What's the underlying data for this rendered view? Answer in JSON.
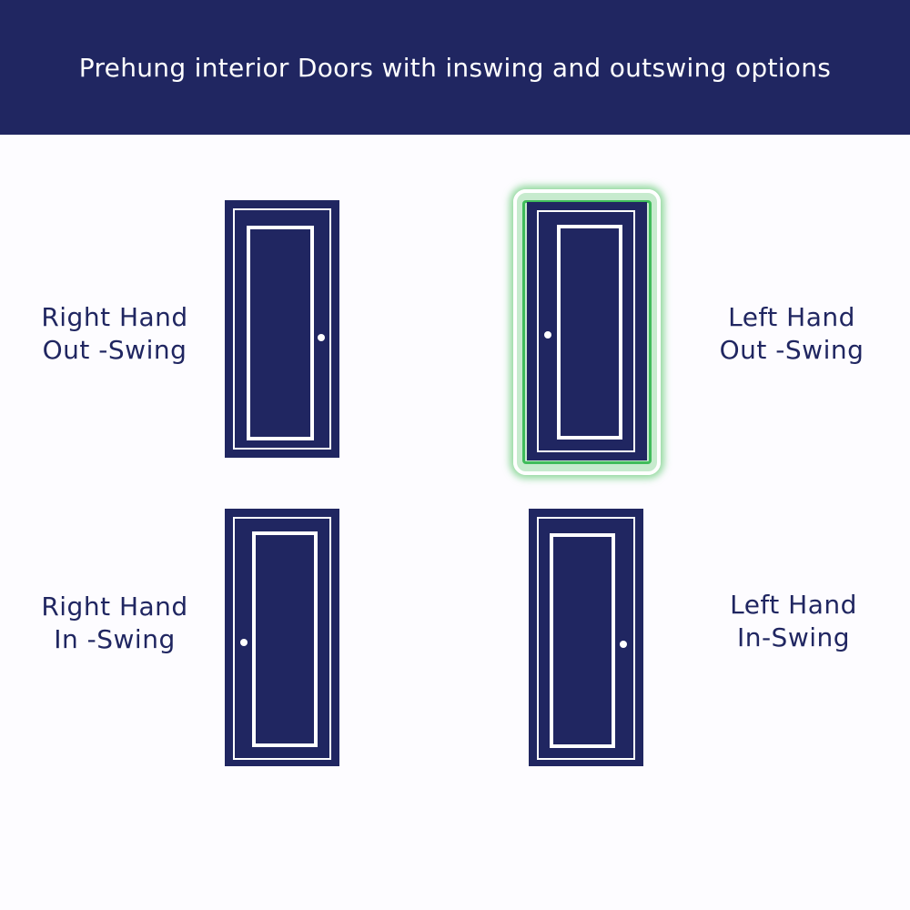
{
  "banner": {
    "title": "Prehung interior Doors with inswing and outswing options"
  },
  "colors": {
    "navy": "#202661",
    "white": "#ffffff",
    "highlight": "#3cbe50"
  },
  "doors": [
    {
      "id": "rh-out",
      "line1": "Right Hand",
      "line2": "Out -Swing",
      "knob_side": "right",
      "highlighted": false
    },
    {
      "id": "lh-out",
      "line1": "Left Hand",
      "line2": "Out -Swing",
      "knob_side": "left",
      "highlighted": true
    },
    {
      "id": "rh-in",
      "line1": "Right Hand",
      "line2": "In -Swing",
      "knob_side": "left",
      "highlighted": false
    },
    {
      "id": "lh-in",
      "line1": "Left Hand",
      "line2": "In-Swing",
      "knob_side": "right",
      "highlighted": false
    }
  ]
}
